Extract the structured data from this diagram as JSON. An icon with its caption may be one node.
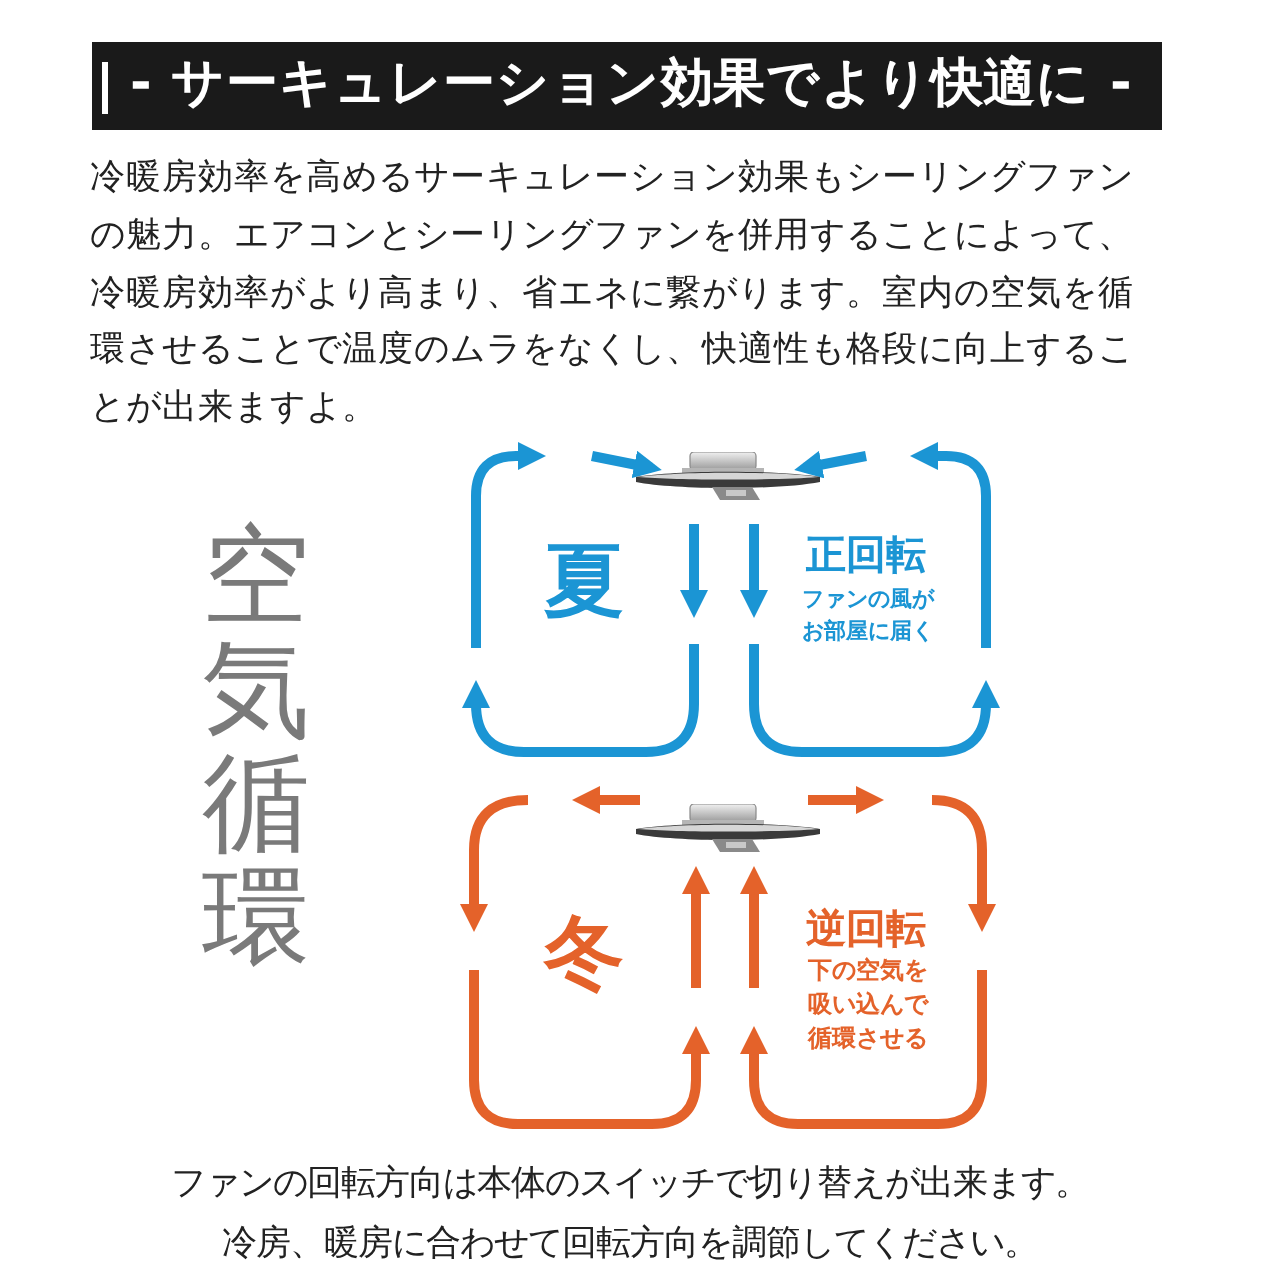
{
  "diagram": {
    "title": "- サーキュレーション効果でより快適に -",
    "nodes": [
      {
        "text": [],
        "shape": "picture"
      },
      {
        "text": [],
        "shape": "picture"
      }
    ],
    "labels": [
      "冷暖房効率を高めるサーキュレーション効果もシーリングファンの魅力。エアコンとシーリングファンを併用することによって、冷暖房効率がより高まり、省エネに繋がります。室内の空気を循環させることで温度のムラをなくし、快適性も格段に向上することが出来ますよ。",
      "空気循環",
      "夏",
      "正回転",
      "ファンの風がお部屋に届く",
      "冬",
      "逆回転",
      "下の空気を吸い込んで循環させる",
      "ファンの回転方向は本体のスイッチで切り替えが出来ます。",
      "冷房、暖房に合わせて回転方向を調節してください。"
    ]
  }
}
